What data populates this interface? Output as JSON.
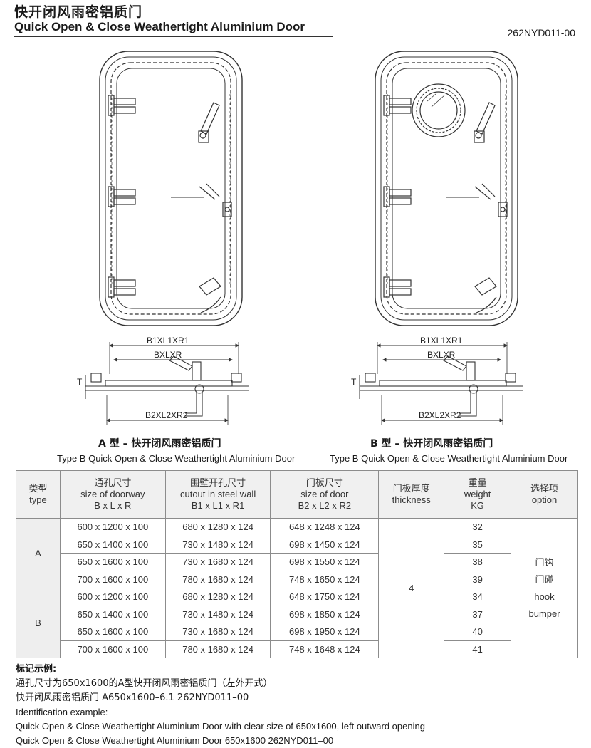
{
  "header": {
    "title_cn": "快开闭风雨密铝质门",
    "title_en": "Quick Open & Close Weathertight Aluminium Door",
    "code": "262NYD011-00"
  },
  "drawings": {
    "dim_top": "B1XL1XR1",
    "dim_mid": "BXLXR",
    "dim_bottom": "B2XL2XR2",
    "dim_t": "T",
    "left_caption_cn": "A 型 – 快开闭风雨密铝质门",
    "left_caption_en": "Type B Quick Open & Close Weathertight Aluminium Door",
    "right_caption_cn": "B 型 – 快开闭风雨密铝质门",
    "right_caption_en": "Type B Quick Open & Close Weathertight Aluminium Door"
  },
  "table": {
    "headers": [
      {
        "cn": "类型",
        "en": "type",
        "sub": ""
      },
      {
        "cn": "通孔尺寸",
        "en": "size of doorway",
        "sub": "B x L x R"
      },
      {
        "cn": "围壁开孔尺寸",
        "en": "cutout in steel wall",
        "sub": "B1 x L1 x R1"
      },
      {
        "cn": "门板尺寸",
        "en": "size of door",
        "sub": "B2 x L2 x R2"
      },
      {
        "cn": "门板厚度",
        "en": "thickness",
        "sub": ""
      },
      {
        "cn": "重量",
        "en": "weight",
        "sub": "KG"
      },
      {
        "cn": "选择项",
        "en": "option",
        "sub": ""
      }
    ],
    "type_a": "A",
    "type_b": "B",
    "thickness": "4",
    "option_cn_1": "门钩",
    "option_cn_2": "门碰",
    "option_en_1": "hook",
    "option_en_2": "bumper",
    "rows": [
      {
        "doorway": "600 x 1200 x 100",
        "cutout": "680 x 1280 x 124",
        "door": "648 x 1248 x 124",
        "weight": "32"
      },
      {
        "doorway": "650 x 1400 x 100",
        "cutout": "730 x 1480 x 124",
        "door": "698 x 1450 x 124",
        "weight": "35"
      },
      {
        "doorway": "650 x 1600 x 100",
        "cutout": "730 x 1680 x 124",
        "door": "698 x 1550 x 124",
        "weight": "38"
      },
      {
        "doorway": "700 x 1600 x 100",
        "cutout": "780 x 1680 x 124",
        "door": "748 x 1650 x 124",
        "weight": "39"
      },
      {
        "doorway": "600 x 1200 x 100",
        "cutout": "680 x 1280 x 124",
        "door": "648 x 1750 x 124",
        "weight": "34"
      },
      {
        "doorway": "650 x 1400 x 100",
        "cutout": "730 x 1480 x 124",
        "door": "698 x 1850 x 124",
        "weight": "37"
      },
      {
        "doorway": "650 x 1600 x 100",
        "cutout": "730 x 1680 x 124",
        "door": "698 x 1950 x 124",
        "weight": "40"
      },
      {
        "doorway": "700 x 1600 x 100",
        "cutout": "780 x 1680 x 124",
        "door": "748 x 1648 x 124",
        "weight": "41"
      }
    ]
  },
  "notes": {
    "label_cn": "标记示例:",
    "example_cn_1": "通孔尺寸为650x1600的A型快开闭风雨密铝质门（左外开式）",
    "example_cn_2": "快开闭风雨密铝质门 A650x1600–6.1 262NYD011–00",
    "label_en": "Identification example:",
    "example_en_1": "Quick Open & Close Weathertight Aluminium Door with clear size of 650x1600, left outward opening",
    "example_en_2": "Quick Open & Close Weathertight Aluminium Door 650x1600 262NYD011–00"
  }
}
